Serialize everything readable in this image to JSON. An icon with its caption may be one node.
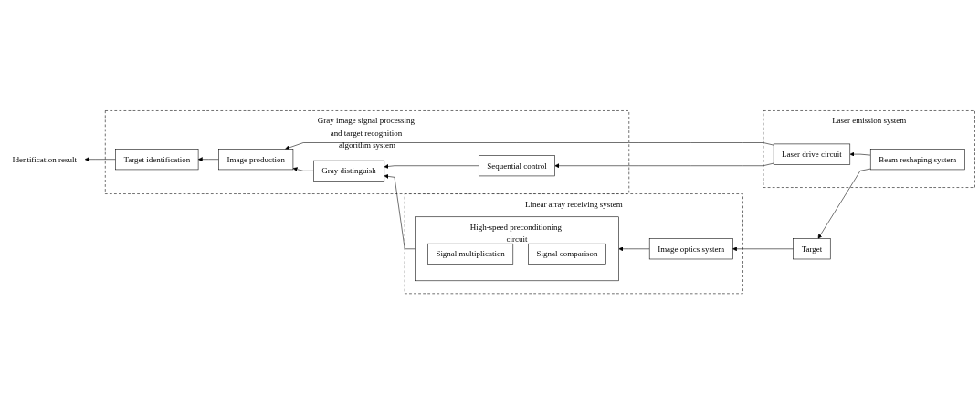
{
  "diagram": {
    "nodes": [
      {
        "text": [
          "Laser emission system"
        ]
      },
      {
        "text": [
          "Beam reshaping system"
        ],
        "in": 0
      },
      {
        "text": [
          "Laser drive circuit"
        ],
        "in": 0
      },
      {
        "text": [
          "Gray image signal processing and target recognition algorithm system"
        ]
      },
      {
        "text": [
          "Target identification"
        ],
        "in": 3
      },
      {
        "text": [
          "Image production"
        ],
        "in": 3
      },
      {
        "text": [
          "Gray distinguish"
        ],
        "in": 3
      },
      {
        "text": [
          "Sequential control"
        ],
        "in": 3
      },
      {
        "text": [
          "Target"
        ]
      },
      {
        "text": [
          "Linear array receiving system"
        ]
      },
      {
        "text": [
          "High-speed preconditioning circuit"
        ],
        "in": 9
      },
      {
        "text": [
          "Signal  multiplication"
        ],
        "in": 10
      },
      {
        "text": [
          "Signal comparison"
        ],
        "in": 10
      },
      {
        "text": [
          "Image optics system"
        ],
        "in": 9
      },
      {
        "text": [
          "Identification result"
        ]
      }
    ],
    "edges": [
      {
        "from": 1,
        "to": 2,
        "arrow": "to"
      },
      {
        "from": 1,
        "to": 8,
        "arrow": "to"
      },
      {
        "from": 2,
        "to": 7,
        "arrow": "to"
      },
      {
        "from": 2,
        "to": 5,
        "arrow": "to"
      },
      {
        "from": 7,
        "to": 6,
        "arrow": "to"
      },
      {
        "from": 6,
        "to": 5,
        "arrow": "to"
      },
      {
        "from": 5,
        "to": 4,
        "arrow": "to"
      },
      {
        "from": 4,
        "to": 14,
        "arrow": "to"
      },
      {
        "from": 10,
        "to": 6,
        "arrow": "to"
      },
      {
        "from": 13,
        "to": 10,
        "arrow": "to"
      },
      {
        "from": 8,
        "to": 13,
        "arrow": "to"
      }
    ]
  }
}
